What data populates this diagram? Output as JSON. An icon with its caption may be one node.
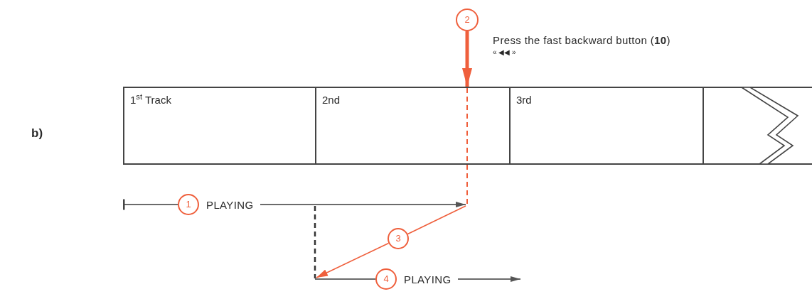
{
  "diagram": {
    "nodes": [
      {
        "text": [
          "1$^{st}$ Track"
        ]
      },
      {
        "text": [
          "2nd"
        ]
      },
      {
        "text": [
          "3rd"
        ]
      },
      {
        "text": [],
        "shape": "box"
      },
      {
        "text": [
          "2"
        ],
        "beside": [
          "Press the fast backward button (**10**)",
          "« ◀◀ »"
        ]
      },
      {
        "text": [
          "1"
        ]
      },
      {
        "text": [
          "PLAYING"
        ]
      },
      {
        "text": [
          "3"
        ]
      },
      {
        "text": [
          "4"
        ]
      },
      {
        "text": [
          "PLAYING"
        ]
      }
    ],
    "edges": [
      {
        "from": 4,
        "to": 1,
        "arrow": "to",
        "style": "thick",
        "color": "#ef5f3c"
      },
      {
        "from": 5,
        "to": null,
        "arrow": "other"
      },
      {
        "from": 6,
        "to": null,
        "arrow": "to"
      },
      {
        "from": null,
        "to": 7,
        "arrow": "none",
        "color": "#ef5f3c"
      },
      {
        "from": 7,
        "to": null,
        "arrow": "to",
        "color": "#ef5f3c"
      },
      {
        "from": null,
        "to": 8,
        "arrow": "none"
      },
      {
        "from": 9,
        "to": null,
        "arrow": "to"
      }
    ],
    "labels": [
      "b)"
    ]
  }
}
